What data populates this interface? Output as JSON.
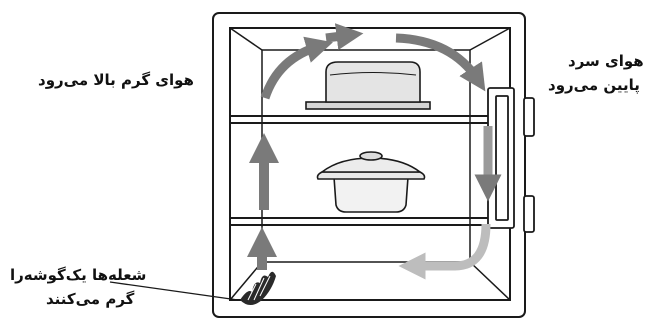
{
  "labels": {
    "warm_air": "هوای گرم بالا می‌رود",
    "cold_air_line1": "هوای سرد",
    "cold_air_line2": "پایین می‌رود",
    "flame_line1": "شعله‌ها یک‌گوشه‌را",
    "flame_line2": "گرم می‌کنند"
  },
  "colors": {
    "line": "#1a1a1a",
    "arrow": "#7a7a7a",
    "arrow_light": "#bdbdbd",
    "flame": "#2a2a2a"
  }
}
